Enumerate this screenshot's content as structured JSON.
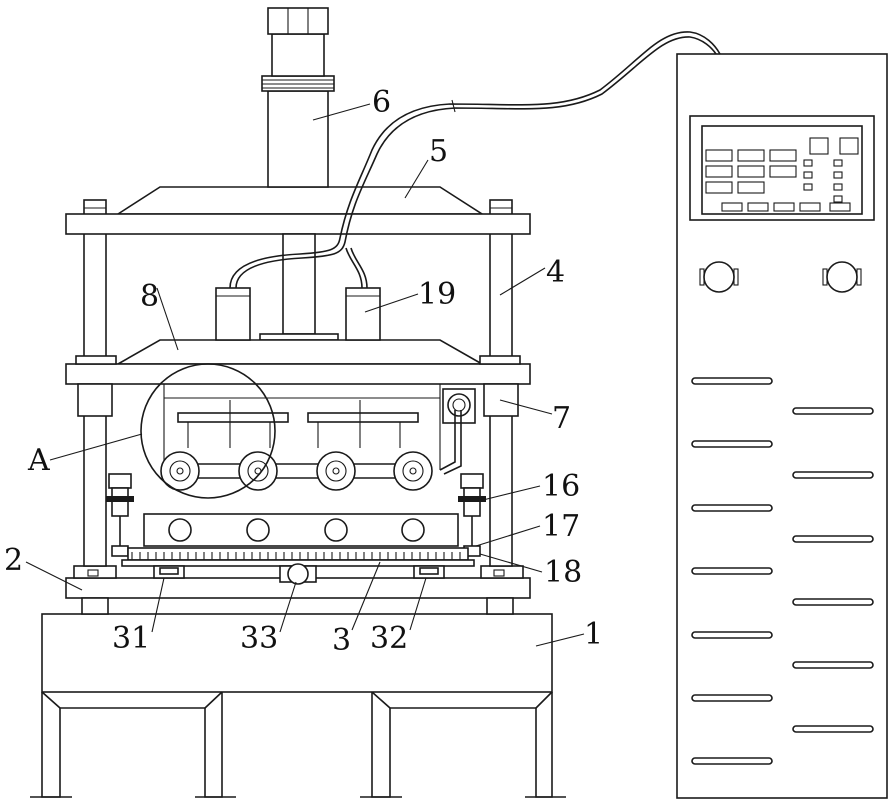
{
  "labels": {
    "l1": "1",
    "l2": "2",
    "l3": "3",
    "l4": "4",
    "l5": "5",
    "l6": "6",
    "l7": "7",
    "l8": "8",
    "l16": "16",
    "l17": "17",
    "l18": "18",
    "l19": "19",
    "lA": "A",
    "l31": "31",
    "l32": "32",
    "l33": "33"
  }
}
